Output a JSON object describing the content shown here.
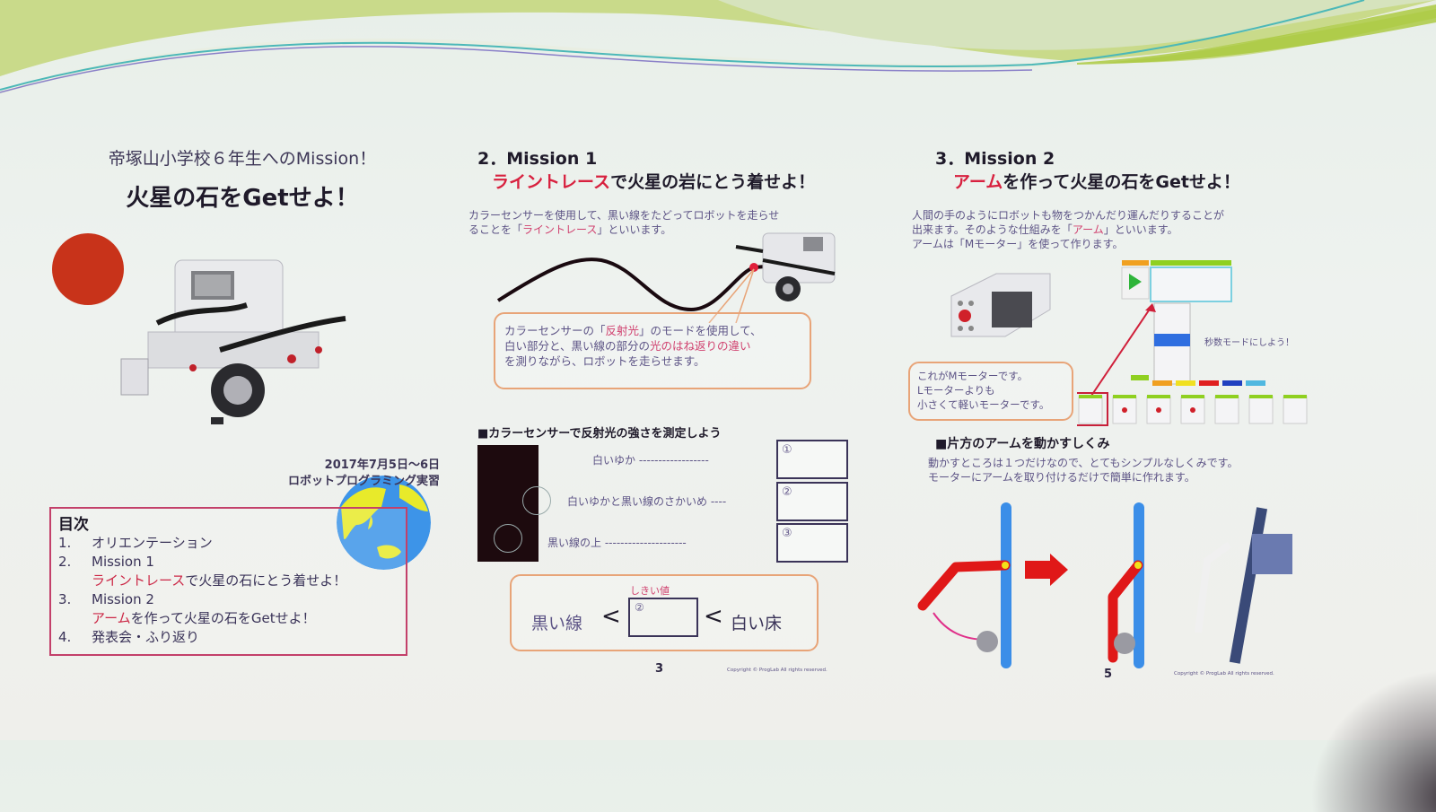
{
  "slides": [
    {
      "subtitle": "帝塚山小学校６年生へのMission！",
      "title": "火星の石をGetせよ！",
      "date": "2017年7月5日〜6日",
      "event": "ロボットプログラミング実習",
      "toc": {
        "heading": "目次",
        "items": [
          {
            "num": "1.",
            "text": "オリエンテーション"
          },
          {
            "num": "2.",
            "text": "Mission 1"
          },
          {
            "num": "",
            "highlight": "ライントレース",
            "text": "で火星の石にとう着せよ！"
          },
          {
            "num": "3.",
            "text": "Mission 2"
          },
          {
            "num": "",
            "highlight": "アーム",
            "text": "を作って火星の石をGetせよ！"
          },
          {
            "num": "4.",
            "text": "発表会・ふり返り"
          }
        ]
      },
      "images": [
        "mars-icon",
        "ev3-robot-image",
        "earth-icon"
      ]
    },
    {
      "heading": "2．Mission 1",
      "sub_highlight": "ライントレース",
      "sub_text": "で火星の岩にとう着せよ！",
      "intro_line1": "カラーセンサーを使用して、黒い線をたどってロボットを走らせ",
      "intro_line2_pre": "ることを「",
      "intro_line2_hl": "ライントレース",
      "intro_line2_post": "」といいます。",
      "callout": {
        "l1_pre": "カラーセンサーの「",
        "l1_hl": "反射光",
        "l1_post": "」のモードを使用して、",
        "l2_pre": "白い部分と、黒い線の部分の",
        "l2_hl": "光のはね返りの違い",
        "l3": "を測りながら、ロボットを走らせます。"
      },
      "sensor_section": "■カラーセンサーで反射光の強さを測定しよう",
      "measurements": [
        {
          "label": "白いゆか",
          "marker": "①"
        },
        {
          "label": "白いゆかと黒い線のさかいめ",
          "marker": "②"
        },
        {
          "label": "黒い線の上",
          "marker": "③"
        }
      ],
      "threshold": {
        "label": "しきい値",
        "left": "黒い線",
        "marker": "②",
        "right": "白い床",
        "lt": "<"
      },
      "page": "3",
      "copyright": "Copyright © ProgLab All rights reserved."
    },
    {
      "heading": "3．Mission 2",
      "sub_highlight": "アーム",
      "sub_text": "を作って火星の石をGetせよ！",
      "intro_line1": "人間の手のようにロボットも物をつかんだり運んだりすることが",
      "intro_line2_pre": "出来ます。そのような仕組みを「",
      "intro_line2_hl": "アーム",
      "intro_line2_post": "」といいます。",
      "intro_line3": "アームは「Mモーター」を使って作ります。",
      "motor_callout": [
        "これがMモーターです。",
        "Lモーターよりも",
        "小さくて軽いモーターです。"
      ],
      "mode_note": "秒数モードにしよう！",
      "section": "■片方のアームを動かすしくみ",
      "body_line1": "動かすところは１つだけなので、とてもシンプルなしくみです。",
      "body_line2": "モーターにアームを取り付けるだけで簡単に作れます。",
      "page": "5",
      "copyright": "Copyright © ProgLab All rights reserved.",
      "palette_colors": [
        "#8fd020",
        "#f0a020",
        "#f0e020",
        "#e02020",
        "#2040c0",
        "#50b8e0"
      ]
    }
  ],
  "colors": {
    "accent_red": "#d8213f",
    "toc_border": "#c3406a",
    "callout_border": "#e8a478",
    "arm_red": "#e01818",
    "arm_blue": "#3b8ee8"
  }
}
